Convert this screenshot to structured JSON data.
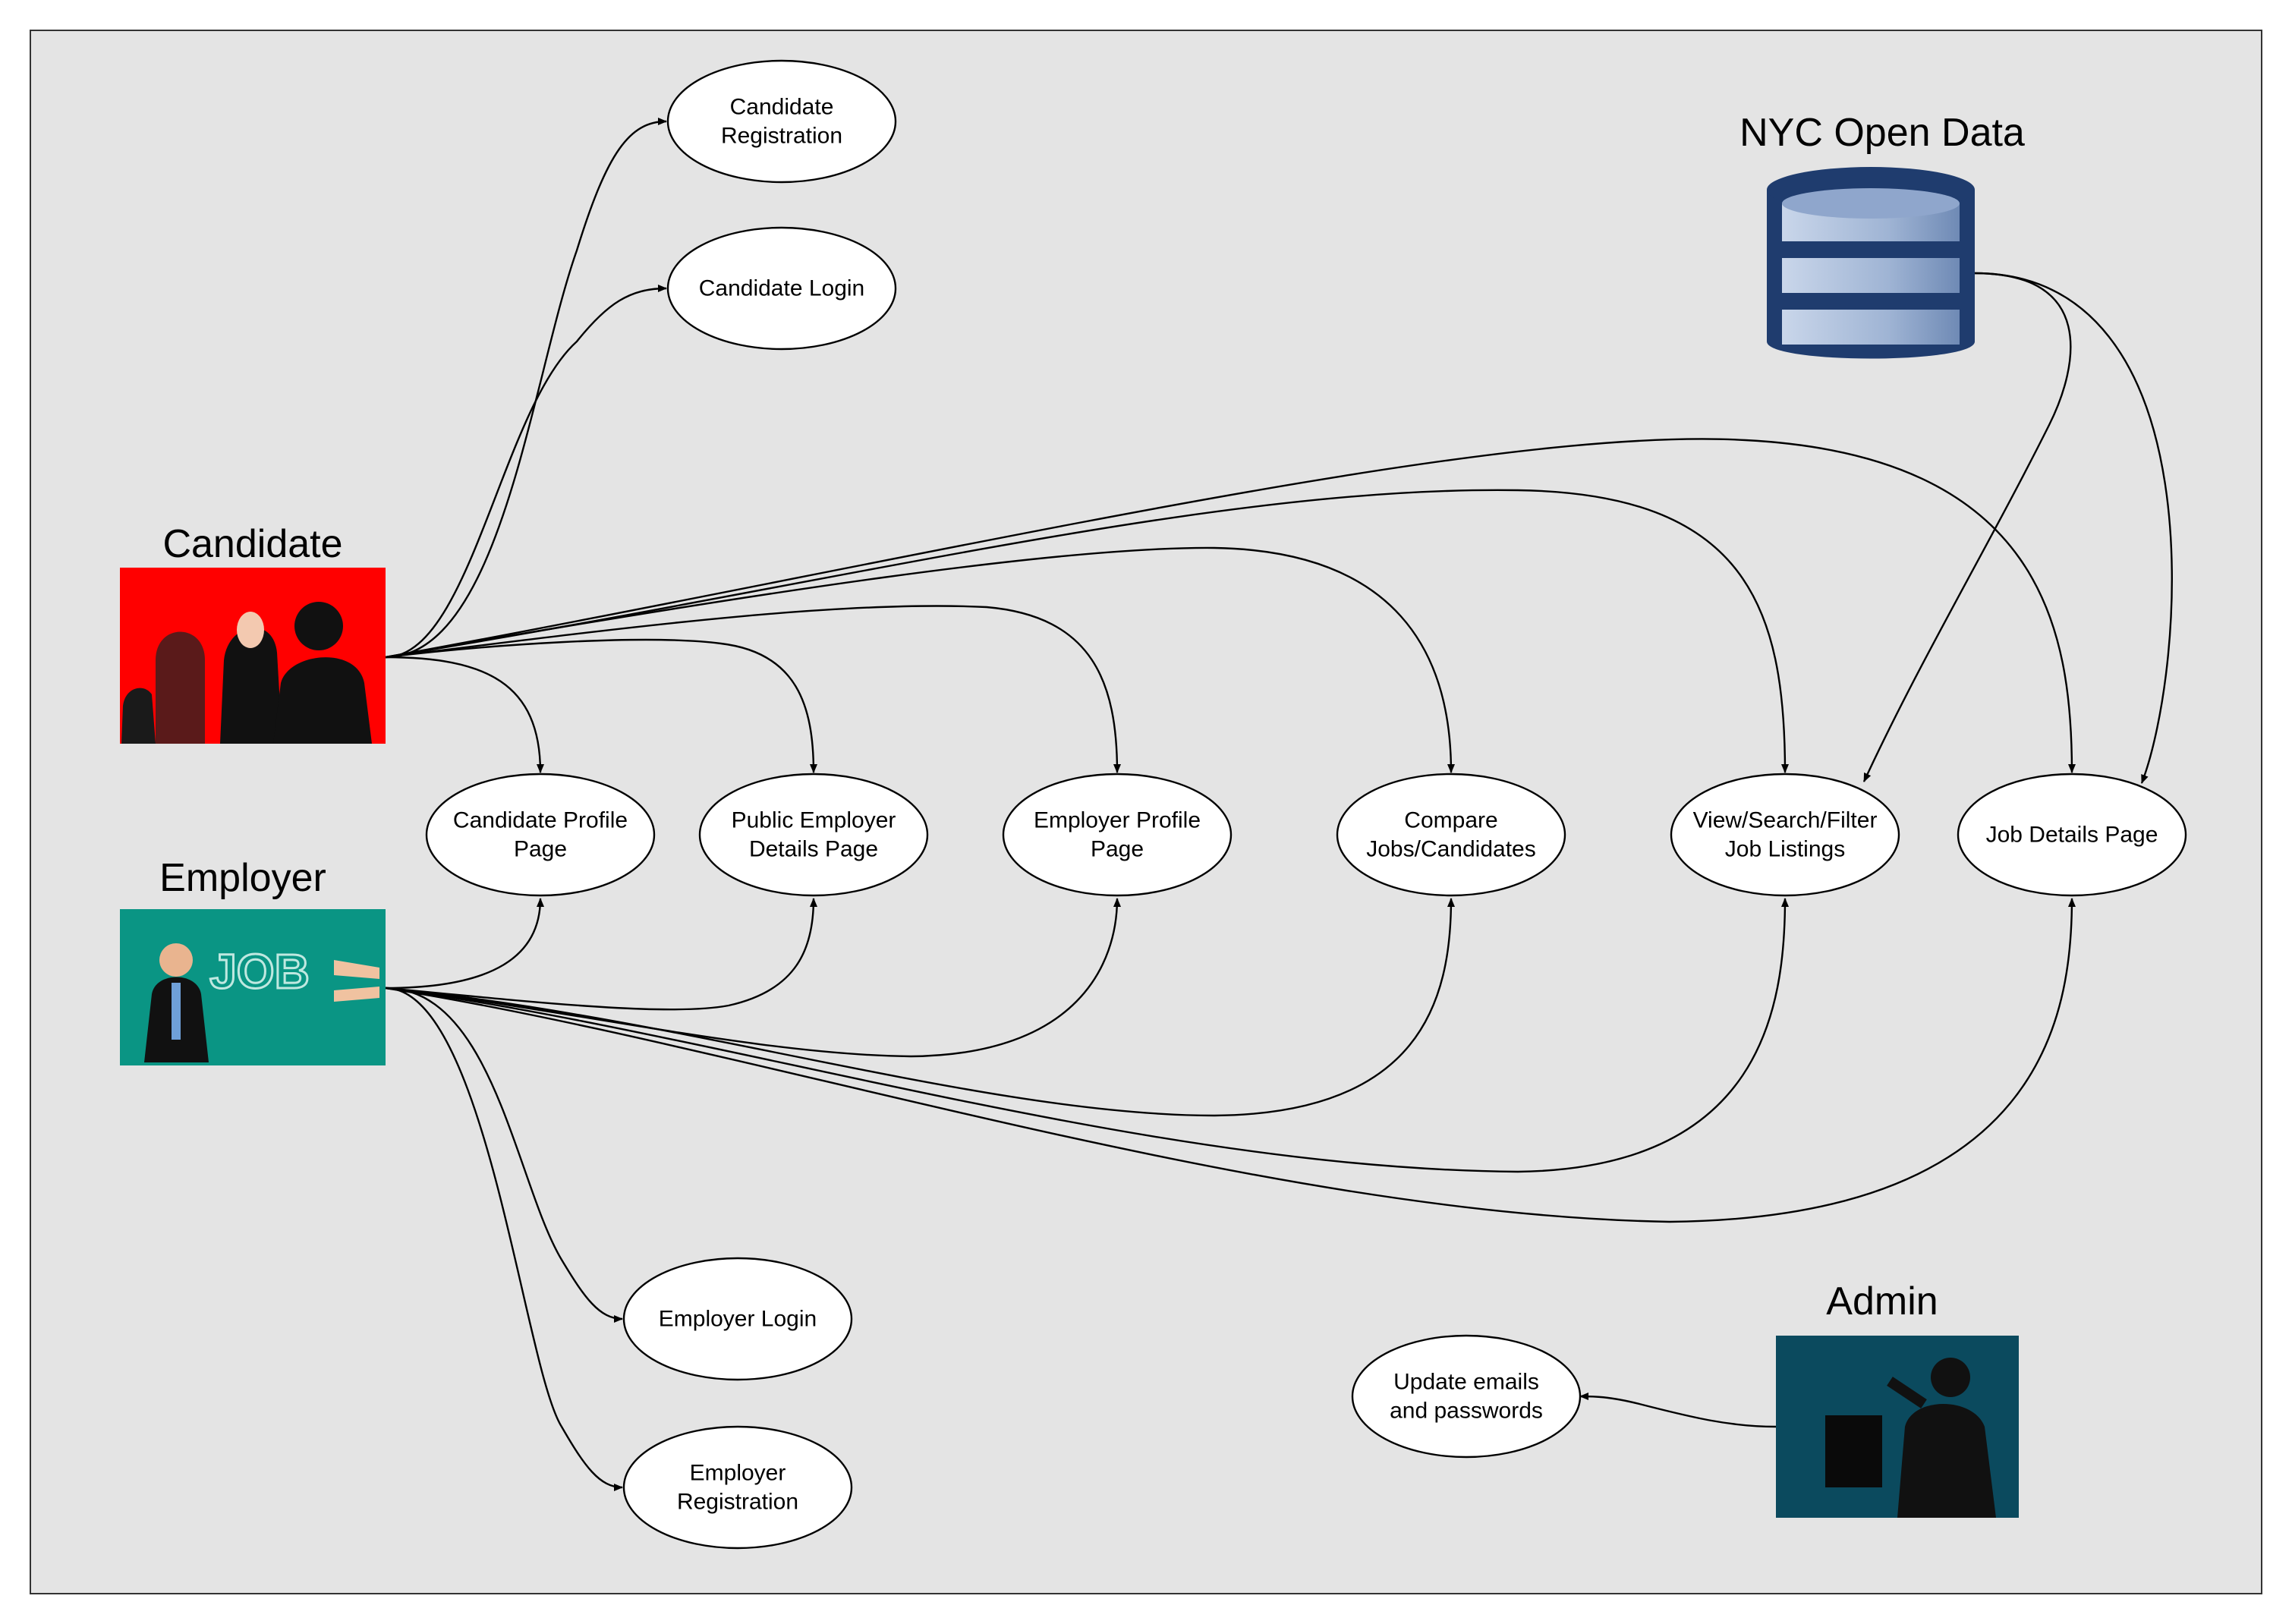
{
  "actors": {
    "candidate": {
      "label": "Candidate",
      "bg_color": "#ff0000"
    },
    "employer": {
      "label": "Employer",
      "bg_color": "#0a9584",
      "sign_text": "JOB"
    },
    "admin": {
      "label": "Admin",
      "bg_color": "#0b4a5e"
    },
    "open_data": {
      "label": "NYC Open Data",
      "db_color": "#1f3c6e"
    }
  },
  "nodes": {
    "candidate_registration": [
      "Candidate",
      "Registration"
    ],
    "candidate_login": [
      "Candidate Login"
    ],
    "candidate_profile": [
      "Candidate Profile",
      "Page"
    ],
    "public_employer": [
      "Public Employer",
      "Details Page"
    ],
    "employer_profile": [
      "Employer Profile",
      "Page"
    ],
    "compare": [
      "Compare",
      "Jobs/Candidates"
    ],
    "view_search": [
      "View/Search/Filter",
      "Job Listings"
    ],
    "job_details": [
      "Job Details Page"
    ],
    "employer_login": [
      "Employer Login"
    ],
    "employer_registration": [
      "Employer",
      "Registration"
    ],
    "update_emails": [
      "Update emails",
      "and passwords"
    ]
  },
  "edges": [
    {
      "from": "candidate",
      "to": "candidate_registration"
    },
    {
      "from": "candidate",
      "to": "candidate_login"
    },
    {
      "from": "candidate",
      "to": "candidate_profile"
    },
    {
      "from": "candidate",
      "to": "public_employer"
    },
    {
      "from": "candidate",
      "to": "employer_profile"
    },
    {
      "from": "candidate",
      "to": "compare"
    },
    {
      "from": "candidate",
      "to": "view_search"
    },
    {
      "from": "candidate",
      "to": "job_details"
    },
    {
      "from": "employer",
      "to": "candidate_profile"
    },
    {
      "from": "employer",
      "to": "public_employer"
    },
    {
      "from": "employer",
      "to": "employer_profile"
    },
    {
      "from": "employer",
      "to": "compare"
    },
    {
      "from": "employer",
      "to": "view_search"
    },
    {
      "from": "employer",
      "to": "job_details"
    },
    {
      "from": "employer",
      "to": "employer_login"
    },
    {
      "from": "employer",
      "to": "employer_registration"
    },
    {
      "from": "open_data",
      "to": "view_search"
    },
    {
      "from": "open_data",
      "to": "job_details"
    },
    {
      "from": "admin",
      "to": "update_emails"
    }
  ]
}
